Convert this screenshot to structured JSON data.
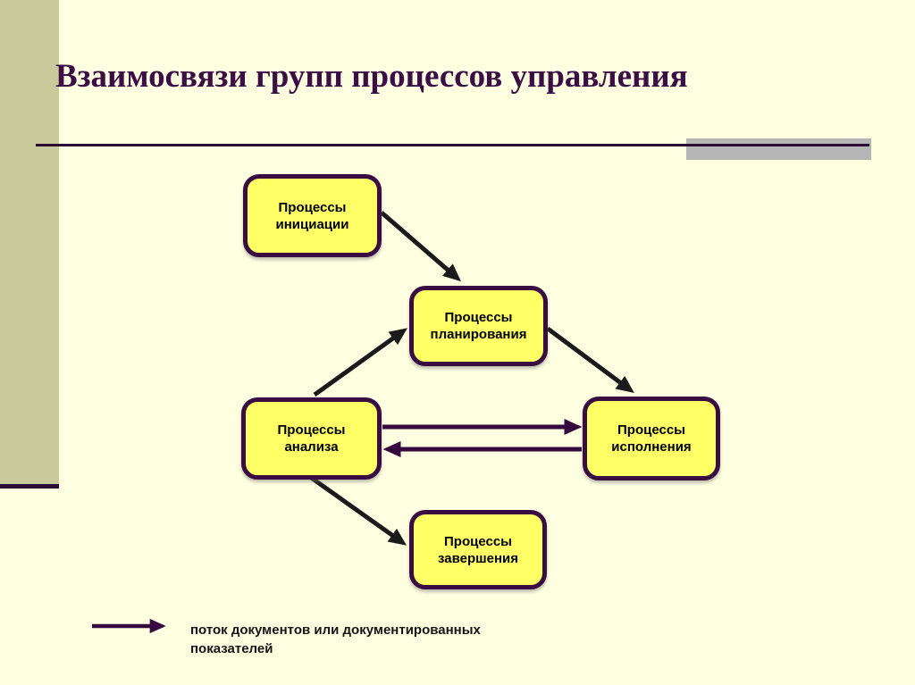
{
  "slide": {
    "title": "Взаимосвязи групп процессов управления",
    "nodes": {
      "initiation": {
        "label": "Процессы\nинициации"
      },
      "planning": {
        "label": "Процессы\nпланирования"
      },
      "analysis": {
        "label": "Процессы\nанализа"
      },
      "execution": {
        "label": "Процессы\nисполнения"
      },
      "completion": {
        "label": "Процессы\nзавершения"
      }
    },
    "edges": [
      {
        "from": "initiation",
        "to": "planning",
        "color": "black"
      },
      {
        "from": "planning",
        "to": "execution",
        "color": "black"
      },
      {
        "from": "analysis",
        "to": "planning",
        "color": "black"
      },
      {
        "from": "analysis",
        "to": "completion",
        "color": "black"
      },
      {
        "from": "analysis",
        "to": "execution",
        "color": "purple"
      },
      {
        "from": "execution",
        "to": "analysis",
        "color": "purple"
      }
    ],
    "legend": {
      "text": "поток  документов или документированных показателей"
    },
    "colors": {
      "background": "#FEFEE1",
      "sidebar": "#C9CA9C",
      "accent_dark": "#2B0A33",
      "title_text": "#3B0F45",
      "node_fill": "#FFFF66",
      "node_border": "#3A0D42",
      "arrow_black": "#1A1A1A",
      "arrow_purple": "#35093E",
      "gray_bar": "#B5B5B5"
    }
  }
}
